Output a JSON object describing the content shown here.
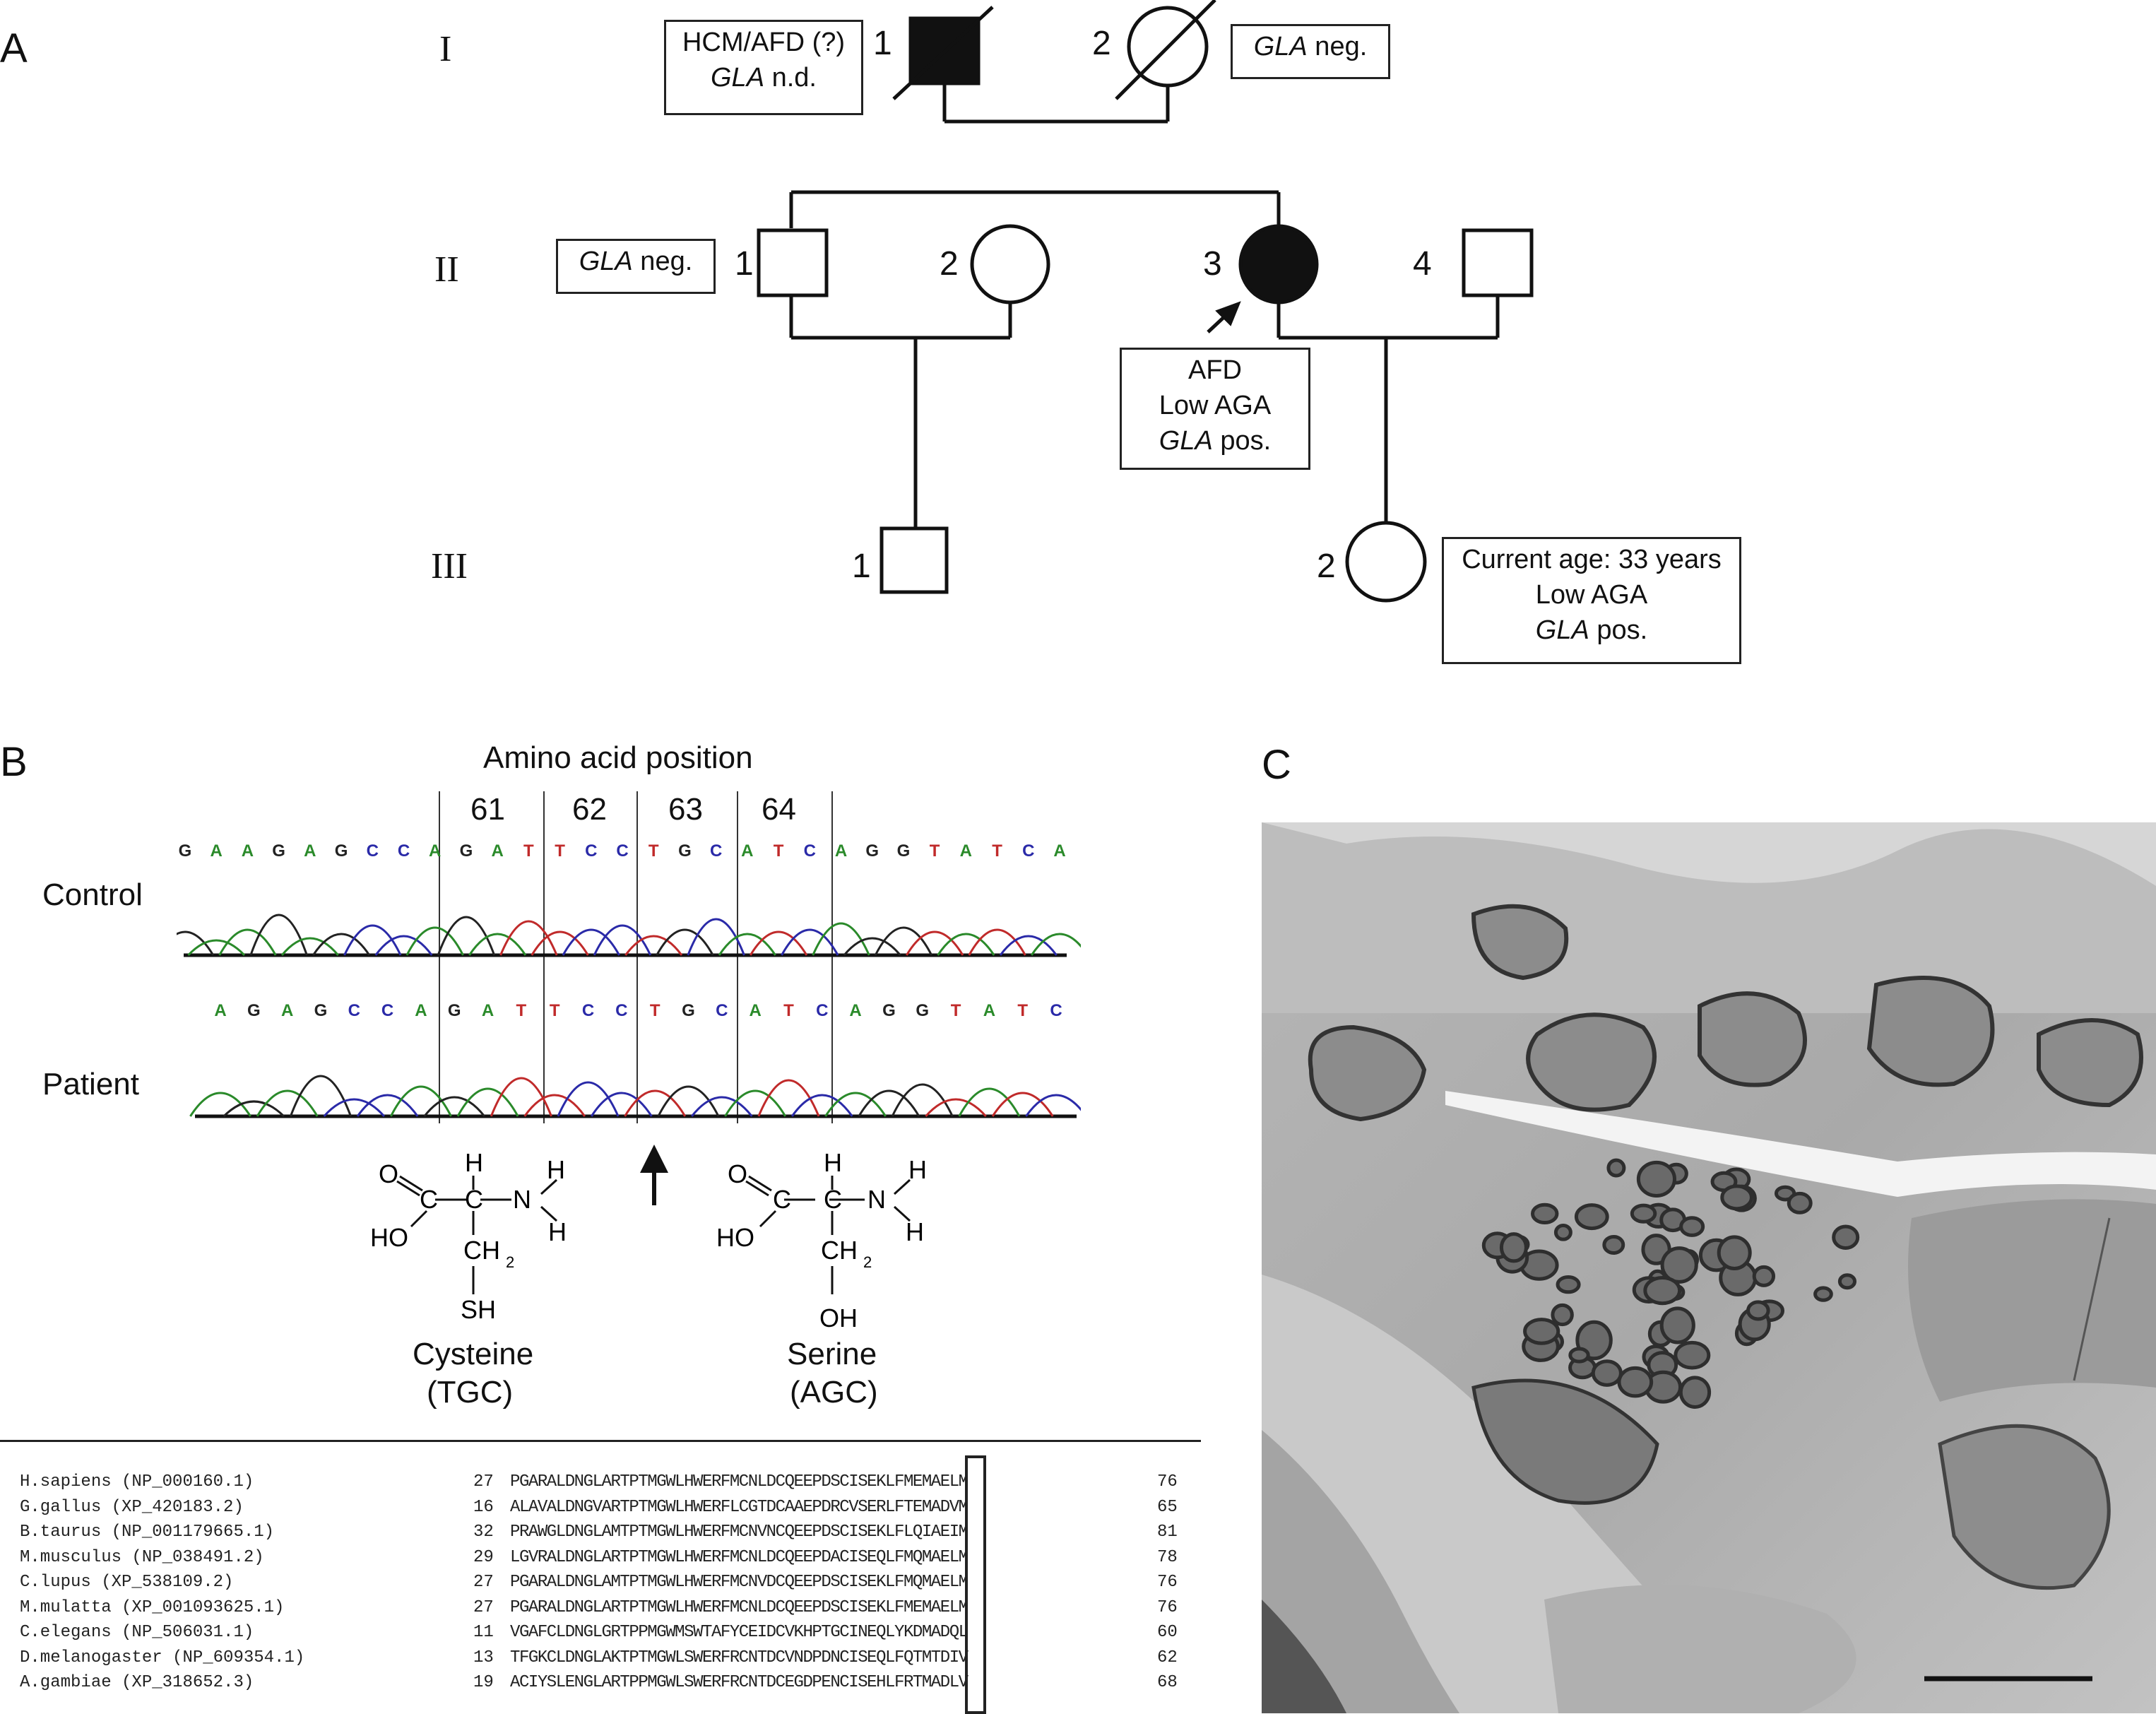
{
  "panels": {
    "a": "A",
    "b": "B",
    "c": "C"
  },
  "pedigree": {
    "generations": [
      "I",
      "II",
      "III"
    ],
    "individuals": {
      "I1": "1",
      "I2": "2",
      "II1": "1",
      "II2": "2",
      "II3": "3",
      "II4": "4",
      "III1": "1",
      "III2": "2"
    },
    "annotations": {
      "i1_line1": "HCM/AFD (?)",
      "i1_gene": "GLA",
      "i1_status": " n.d.",
      "i2_gene": "GLA",
      "i2_status": " neg.",
      "ii1_gene": "GLA",
      "ii1_status": " neg.",
      "ii3_line1": "AFD",
      "ii3_line2": "Low AGA",
      "ii3_gene": "GLA",
      "ii3_status": " pos.",
      "iii2_line1": "Current age: 33 years",
      "iii2_line2": "Low AGA",
      "iii2_gene": "GLA",
      "iii2_status": " pos."
    }
  },
  "sequencing": {
    "title": "Amino acid position",
    "positions": [
      "61",
      "62",
      "63",
      "64"
    ],
    "control_label": "Control",
    "patient_label": "Patient",
    "control_bases": "GAAGAGCCAGATTCCTGCATCAGGTATCA",
    "patient_bases": "AGAGCCAGATTCCTGCATCAGGTATC",
    "cysteine": {
      "name": "Cysteine",
      "codon": "(TGC)"
    },
    "serine": {
      "name": "Serine",
      "codon": "(AGC)"
    },
    "chem": {
      "o": "O",
      "c": "C",
      "h": "H",
      "n": "N",
      "ho": "HO",
      "ch2": "CH",
      "sub2": "2",
      "sh": "SH",
      "oh": "OH"
    }
  },
  "alignment": {
    "species": [
      "H.sapiens (NP_000160.1)",
      "G.gallus (XP_420183.2)",
      "B.taurus (NP_001179665.1)",
      "M.musculus (NP_038491.2)",
      "C.lupus (XP_538109.2)",
      "M.mulatta (XP_001093625.1)",
      "C.elegans (NP_506031.1)",
      "D.melanogaster (NP_609354.1)",
      "A.gambiae (XP_318652.3)"
    ],
    "starts": [
      "27",
      "16",
      "32",
      "29",
      "27",
      "27",
      "11",
      "13",
      "19"
    ],
    "sequences": [
      "PGARALDNGLARTPTMGWLHWERFMCNLDCQEEPDSCISEKLFMEMAELM",
      "ALAVALDNGVARTPTMGWLHWERFLCGTDCAAEPDRCVSERLFTEMADVM",
      "PRAWGLDNGLAMTPTMGWLHWERFMCNVNCQEEPDSCISEKLFLQIAEIM",
      "LGVRALDNGLARTPTMGWLHWERFMCNLDCQEEPDACISEQLFMQMAELM",
      "PGARALDNGLAMTPTMGWLHWERFMCNVDCQEEPDSCISEKLFMQMAELM",
      "PGARALDNGLARTPTMGWLHWERFMCNLDCQEEPDSCISEKLFMEMAELM",
      "VGAFCLDNGLGRTPPMGWMSWTAFYCEIDCVKHPTGCINEQLYKDMADQL",
      "TFGKCLDNGLAKTPTMGWLSWERFRCNTDCVNDPDNCISEQLFQTMTDIV",
      "ACIYSLENGLARTPPMGWLSWERFRCNTDCEGDPENCISEHLFRTMADLV"
    ],
    "ends": [
      "76",
      "65",
      "81",
      "78",
      "76",
      "76",
      "60",
      "62",
      "68"
    ]
  }
}
